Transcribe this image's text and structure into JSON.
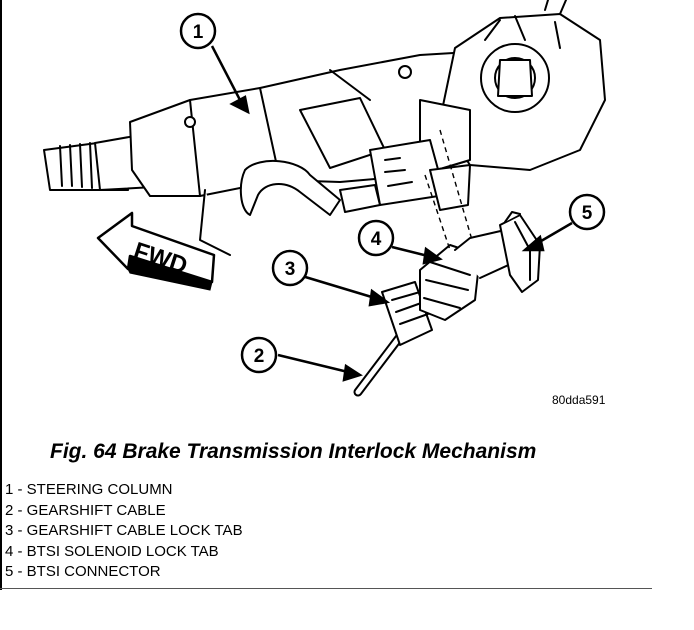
{
  "diagram": {
    "direction_label": "FWD",
    "figure_code": "80dda591",
    "callouts": [
      "1",
      "2",
      "3",
      "4",
      "5"
    ]
  },
  "caption": "Fig. 64 Brake Transmission Interlock Mechanism",
  "legend": [
    "1 - STEERING COLUMN",
    "2 - GEARSHIFT CABLE",
    "3 - GEARSHIFT CABLE LOCK TAB",
    "4 - BTSI SOLENOID LOCK TAB",
    "5 - BTSI CONNECTOR"
  ]
}
